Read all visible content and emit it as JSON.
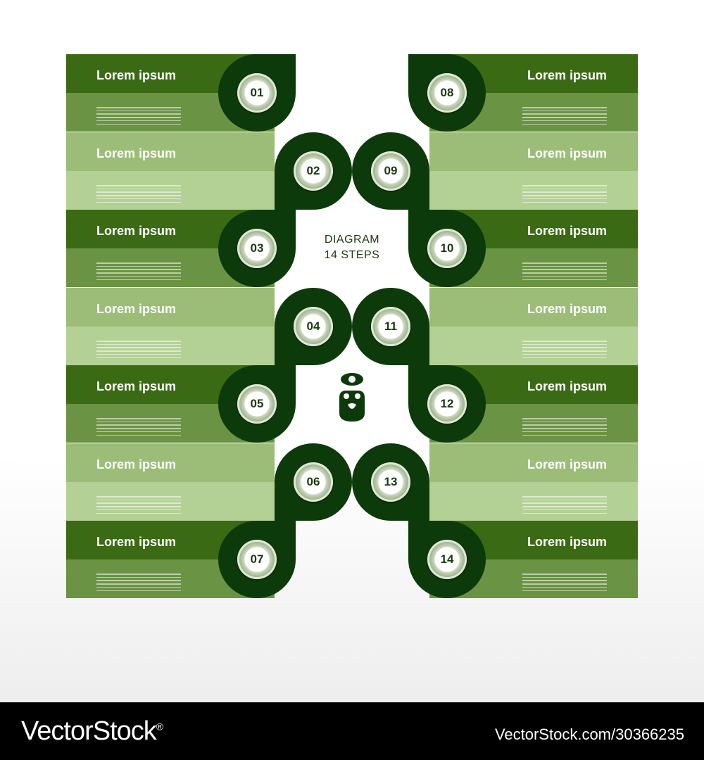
{
  "diagram": {
    "center_title_line1": "DIAGRAM",
    "center_title_line2": "14 STEPS",
    "step_title": "Lorem ipsum",
    "steps": [
      {
        "num": "01",
        "title": "Lorem ipsum"
      },
      {
        "num": "02",
        "title": "Lorem ipsum"
      },
      {
        "num": "03",
        "title": "Lorem ipsum"
      },
      {
        "num": "04",
        "title": "Lorem ipsum"
      },
      {
        "num": "05",
        "title": "Lorem ipsum"
      },
      {
        "num": "06",
        "title": "Lorem ipsum"
      },
      {
        "num": "07",
        "title": "Lorem ipsum"
      },
      {
        "num": "08",
        "title": "Lorem ipsum"
      },
      {
        "num": "09",
        "title": "Lorem ipsum"
      },
      {
        "num": "10",
        "title": "Lorem ipsum"
      },
      {
        "num": "11",
        "title": "Lorem ipsum"
      },
      {
        "num": "12",
        "title": "Lorem ipsum"
      },
      {
        "num": "13",
        "title": "Lorem ipsum"
      },
      {
        "num": "14",
        "title": "Lorem ipsum"
      }
    ],
    "colors": {
      "dark_green": "#0d3a0a",
      "band_dark": "#3b6a14",
      "band_mid": "#6a9343",
      "band_light": "#9bbd78",
      "band_pale": "#b3d195"
    }
  },
  "footer": {
    "brand": "VectorStock",
    "registered": "®",
    "ident": "VectorStock.com/30366235"
  }
}
